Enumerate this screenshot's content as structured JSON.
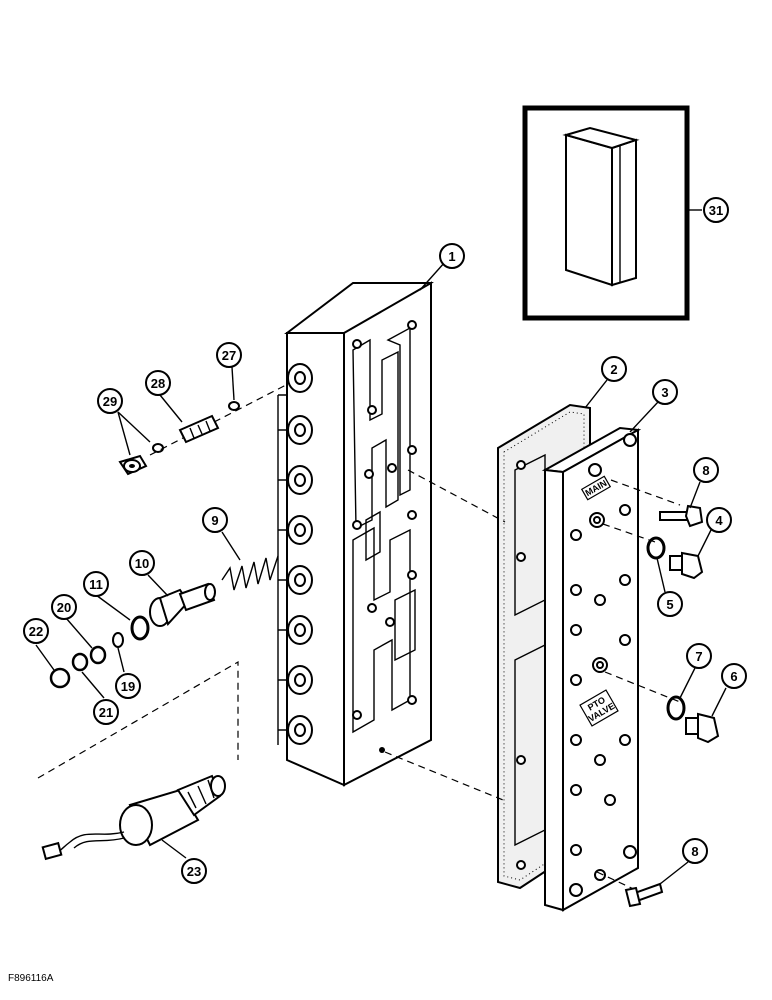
{
  "figure_code": "F896116A",
  "plate_labels": {
    "main": "MAIN",
    "pto_line1": "PTO",
    "pto_line2": "VALVE"
  },
  "callouts": [
    "1",
    "2",
    "3",
    "4",
    "5",
    "6",
    "7",
    "8",
    "9",
    "10",
    "11",
    "19",
    "20",
    "21",
    "22",
    "23",
    "27",
    "28",
    "29",
    "31"
  ]
}
